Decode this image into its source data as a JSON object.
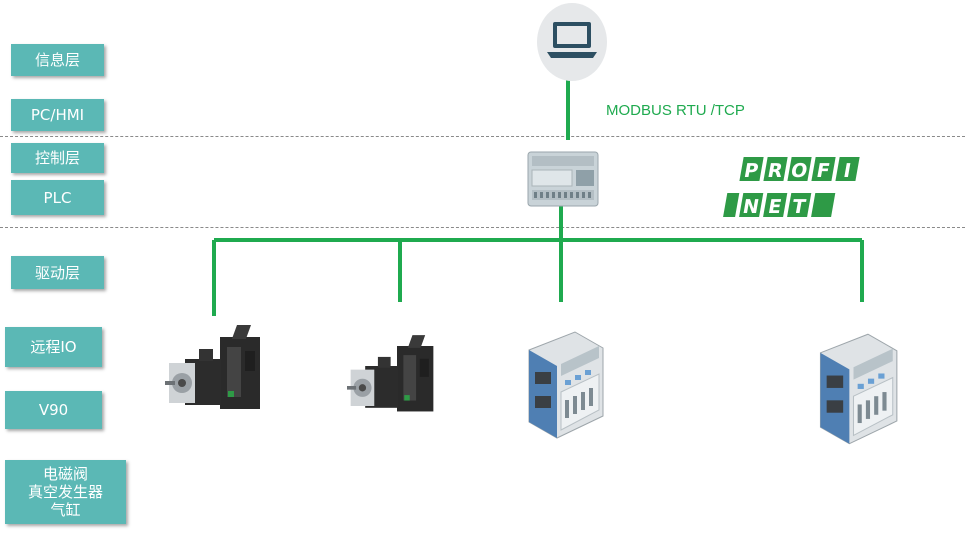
{
  "layers": {
    "info": "信息层",
    "pc_hmi": "PC/HMI",
    "control": "控制层",
    "plc": "PLC",
    "drive": "驱动层",
    "remote_io": "远程IO",
    "v90": "V90",
    "actuators": [
      "电磁阀",
      "真空发生器",
      "气缸"
    ]
  },
  "network": {
    "modbus_label": "MODBUS RTU /TCP",
    "profinet_top": [
      "P",
      "R",
      "O",
      "F",
      "I"
    ],
    "profinet_bottom": [
      "N",
      "E",
      "T"
    ]
  },
  "colors": {
    "teal": "#5bb8b5",
    "green": "#1faa4f",
    "profinet_green": "#2e9a46"
  },
  "icons": {
    "computer": "laptop-icon",
    "plc": "plc-module-icon",
    "servo": "servo-motor-drive-icon",
    "io": "remote-io-module-icon"
  }
}
